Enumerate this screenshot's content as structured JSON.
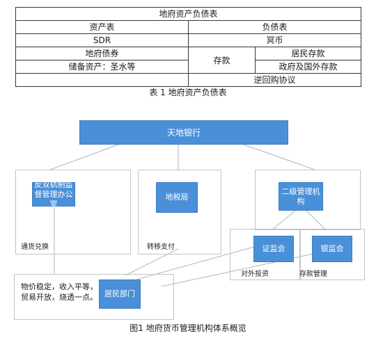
{
  "table": {
    "title": "地府资产负债表",
    "assets_header": "资产表",
    "liabilities_header": "负债表",
    "sdr": "SDR",
    "mingbi": "冥币",
    "difu_bonds": "地府债券",
    "deposits": "存款",
    "resident_deposits": "居民存款",
    "reserve_assets": "储备资产：圣水等",
    "gov_foreign_deposits": "政府及国外存款",
    "reverse_repo": "逆回购协议"
  },
  "table_caption": "表 1  地府资产负债表",
  "diagram": {
    "nodes": {
      "tiandi_bank": "天地银行",
      "anti_double": "反双轨制监督管理办公室",
      "tax_bureau": "地税局",
      "secondary_agency": "二级管理机构",
      "securities_commission": "证监会",
      "banking_commission": "银监会",
      "residents_dept": "居民部门"
    },
    "frame_labels": {
      "currency_exchange": "通货兑换",
      "transfer_payment": "转移支付",
      "foreign_investment": "对外投资",
      "deposit_management": "存款管理"
    },
    "note": {
      "line1": "物价稳定，收入平等，",
      "line2": "贸易开放，烧透一点。"
    }
  },
  "figure_caption": "图1  地府货币管理机构体系概览",
  "colors": {
    "node_fill": "#4a90d9",
    "node_text": "#ffffff",
    "frame_border": "#c4c4c4",
    "connector": "#aab6c2"
  }
}
